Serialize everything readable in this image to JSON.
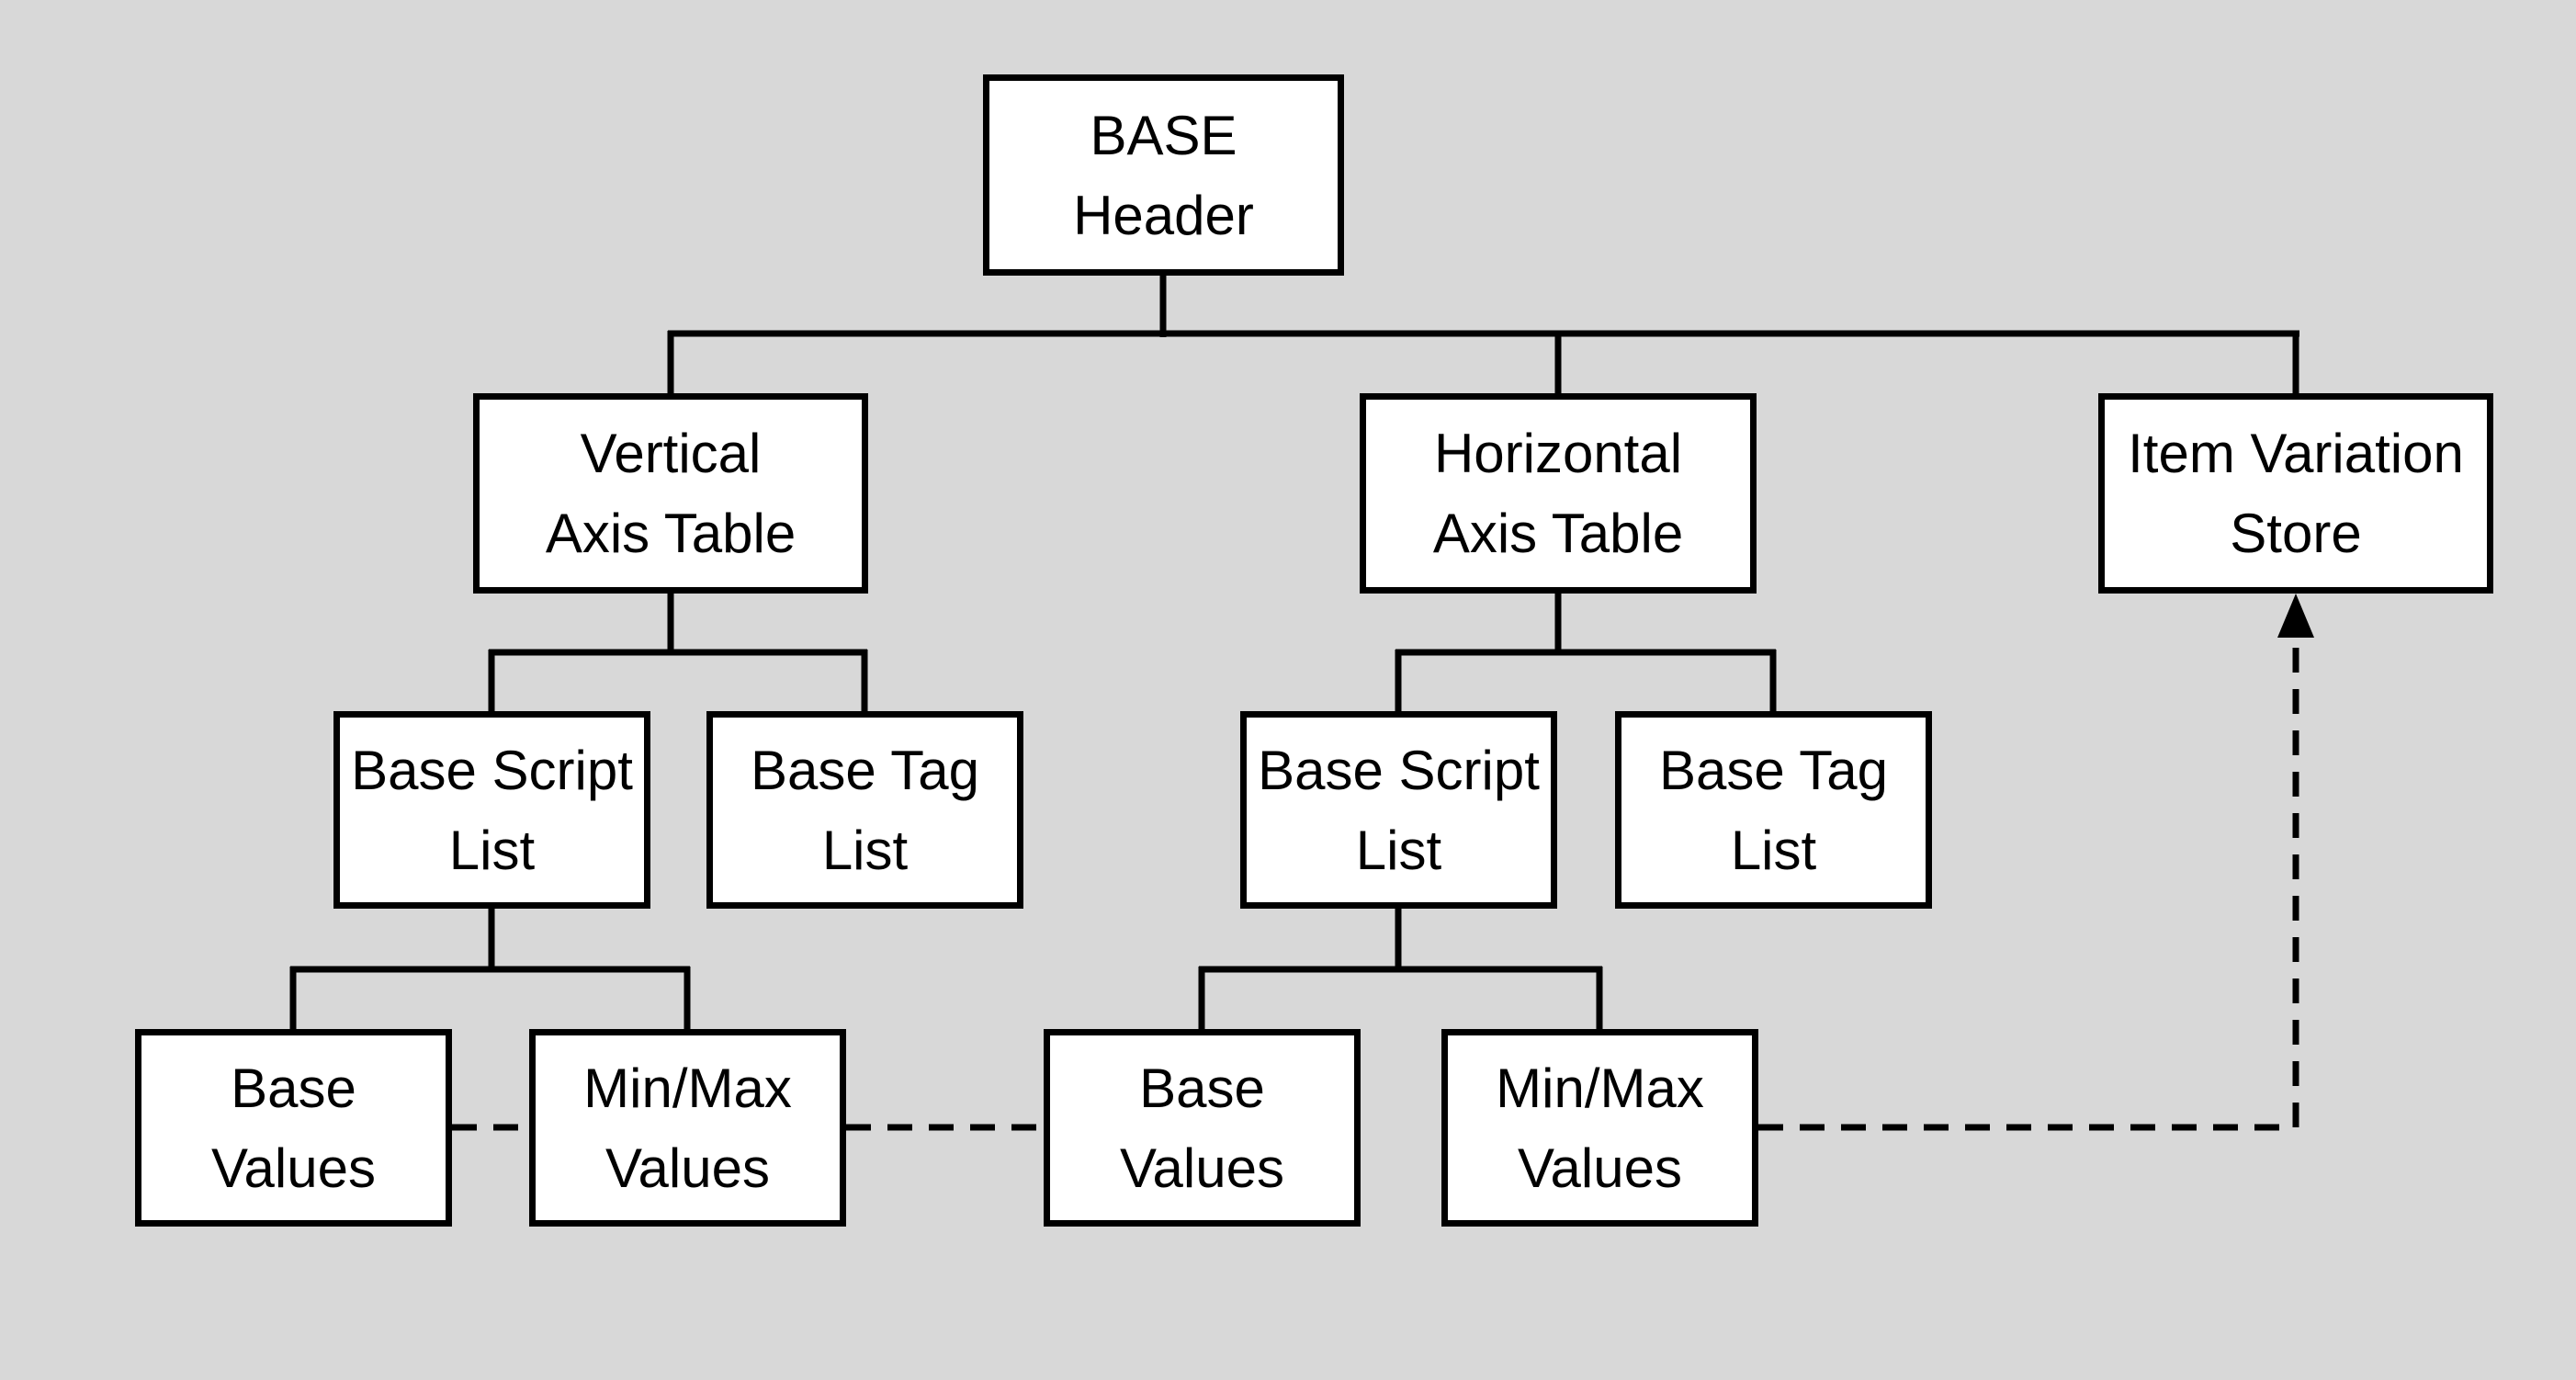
{
  "diagram": {
    "type": "tree-structure-diagram",
    "background_color": "#d8d8d8",
    "box_fill_color": "#ffffff",
    "box_border_color": "#000000",
    "line_color": "#000000",
    "nodes": {
      "base_header": {
        "label": "BASE\nHeader"
      },
      "vertical_axis_table": {
        "label": "Vertical\nAxis Table"
      },
      "horizontal_axis_table": {
        "label": "Horizontal\nAxis Table"
      },
      "item_variation_store": {
        "label": "Item Variation\nStore"
      },
      "base_script_list_left": {
        "label": "Base Script\nList"
      },
      "base_tag_list_left": {
        "label": "Base Tag\nList"
      },
      "base_script_list_right": {
        "label": "Base Script\nList"
      },
      "base_tag_list_right": {
        "label": "Base Tag\nList"
      },
      "base_values_left": {
        "label": "Base\nValues"
      },
      "min_max_values_left": {
        "label": "Min/Max\nValues"
      },
      "base_values_right": {
        "label": "Base\nValues"
      },
      "min_max_values_right": {
        "label": "Min/Max\nValues"
      }
    },
    "hierarchy_edges": [
      {
        "from": "BASE Header",
        "to": "Vertical Axis Table",
        "style": "solid"
      },
      {
        "from": "BASE Header",
        "to": "Horizontal Axis Table",
        "style": "solid"
      },
      {
        "from": "BASE Header",
        "to": "Item Variation Store",
        "style": "solid"
      },
      {
        "from": "Vertical Axis Table",
        "to": "Base Script List",
        "style": "solid"
      },
      {
        "from": "Vertical Axis Table",
        "to": "Base Tag List",
        "style": "solid"
      },
      {
        "from": "Horizontal Axis Table",
        "to": "Base Script List",
        "style": "solid"
      },
      {
        "from": "Horizontal Axis Table",
        "to": "Base Tag List",
        "style": "solid"
      },
      {
        "from": "Base Script List (vertical)",
        "to": "Base Values",
        "style": "solid"
      },
      {
        "from": "Base Script List (vertical)",
        "to": "Min/Max Values",
        "style": "solid"
      },
      {
        "from": "Base Script List (horizontal)",
        "to": "Base Values",
        "style": "solid"
      },
      {
        "from": "Base Script List (horizontal)",
        "to": "Min/Max Values",
        "style": "solid"
      }
    ],
    "dashed_links": [
      {
        "from": "Base Values (vertical)",
        "to": "Min/Max Values (vertical)",
        "style": "dashed"
      },
      {
        "from": "Min/Max Values (vertical)",
        "to": "Base Values (horizontal)",
        "style": "dashed"
      },
      {
        "from": "Base Values (horizontal)",
        "to": "Min/Max Values (horizontal)",
        "style": "dashed"
      },
      {
        "from": "Min/Max Values (horizontal)",
        "to": "Item Variation Store",
        "style": "dashed-arrow-up"
      }
    ]
  }
}
